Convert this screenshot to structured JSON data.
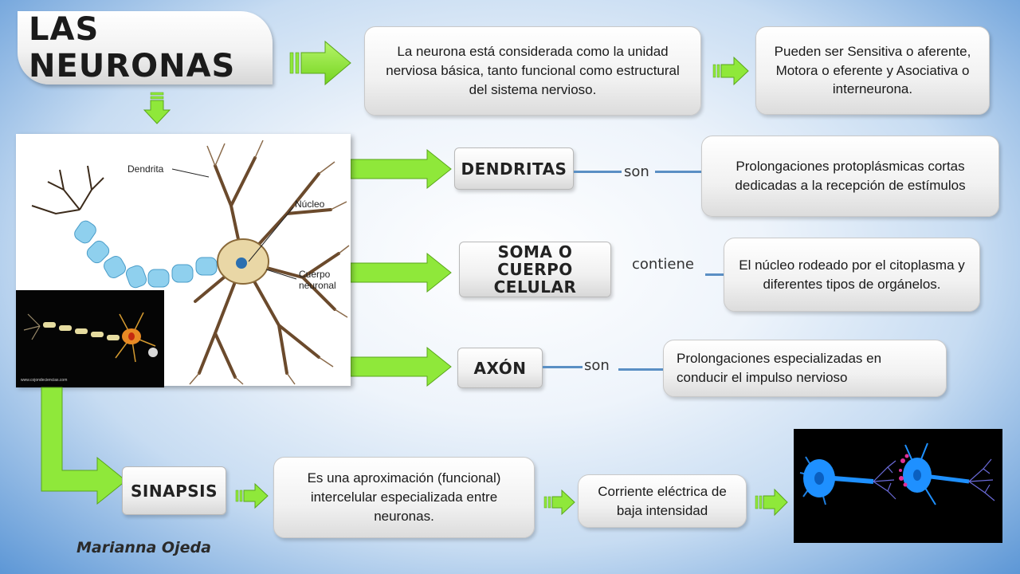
{
  "title": "LAS NEURONAS",
  "intro": "La neurona está considerada como la unidad nerviosa básica, tanto funcional como estructural del sistema nervioso.",
  "types": "Pueden ser Sensitiva o aferente, Motora o eferente y Asociativa o interneurona.",
  "diagram_labels": {
    "dendrite": "Dendrita",
    "nucleus": "Núcleo",
    "body_line1": "Cuerpo",
    "body_line2": "neuronal"
  },
  "inset_caption": "www.cojondeciencias.com",
  "parts": [
    {
      "label": "DENDRITAS",
      "connector": "son",
      "description": "Prolongaciones protoplásmicas cortas dedicadas a la recepción de estímulos"
    },
    {
      "label": "SOMA O CUERPO CELULAR",
      "connector": "contiene",
      "description": "El núcleo rodeado por el citoplasma y diferentes tipos de orgánelos."
    },
    {
      "label": "AXÓN",
      "connector": "son",
      "description": "Prolongaciones especializadas en conducir el impulso nervioso"
    }
  ],
  "synapse": {
    "label": "SINAPSIS",
    "description": "Es una aproximación (funcional) intercelular especializada entre neuronas.",
    "current": "Corriente eléctrica de baja intensidad"
  },
  "author": "Marianna Ojeda",
  "colors": {
    "arrow_green": "#8fe83a",
    "connector_line": "#5a8fc4",
    "background_edge": "#5d97d6"
  }
}
